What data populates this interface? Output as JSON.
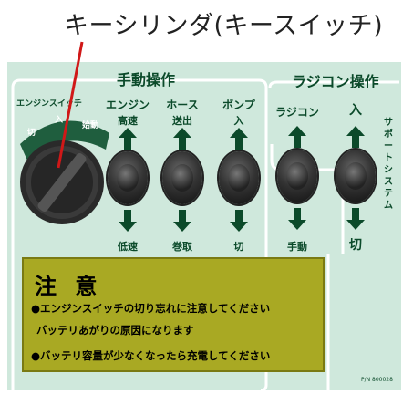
{
  "callout": "キーシリンダ(キースイッチ)",
  "sections": {
    "manual": "手動操作",
    "radio": "ラジコン操作"
  },
  "key_switch": {
    "label": "エンジンスイッチ",
    "positions": [
      "切",
      "入",
      "始動"
    ]
  },
  "controls": [
    {
      "name": "エンジン",
      "up": "高速",
      "down": "低速"
    },
    {
      "name": "ホース",
      "up": "送出",
      "down": "巻取"
    },
    {
      "name": "ポンプ",
      "up": "入",
      "down": "切"
    },
    {
      "name": "",
      "up": "ラジコン",
      "down": "手動"
    },
    {
      "name": "",
      "up": "入",
      "down": "切"
    }
  ],
  "support_system": [
    "サ",
    "ポ",
    "ー",
    "ト",
    "シ",
    "ス",
    "テ",
    "ム"
  ],
  "caution": {
    "title": "注 意",
    "lines": [
      "●エンジンスイッチの切り忘れに注意してください",
      "バッテリあがりの原因になります",
      "●バッテリ容量が少なくなったら充電してください"
    ]
  },
  "part_number": "P/N 800028",
  "colors": {
    "panel": "#cfe8dc",
    "text": "#0b4a2a",
    "caution": "#a9a923",
    "leader": "#d01818"
  }
}
